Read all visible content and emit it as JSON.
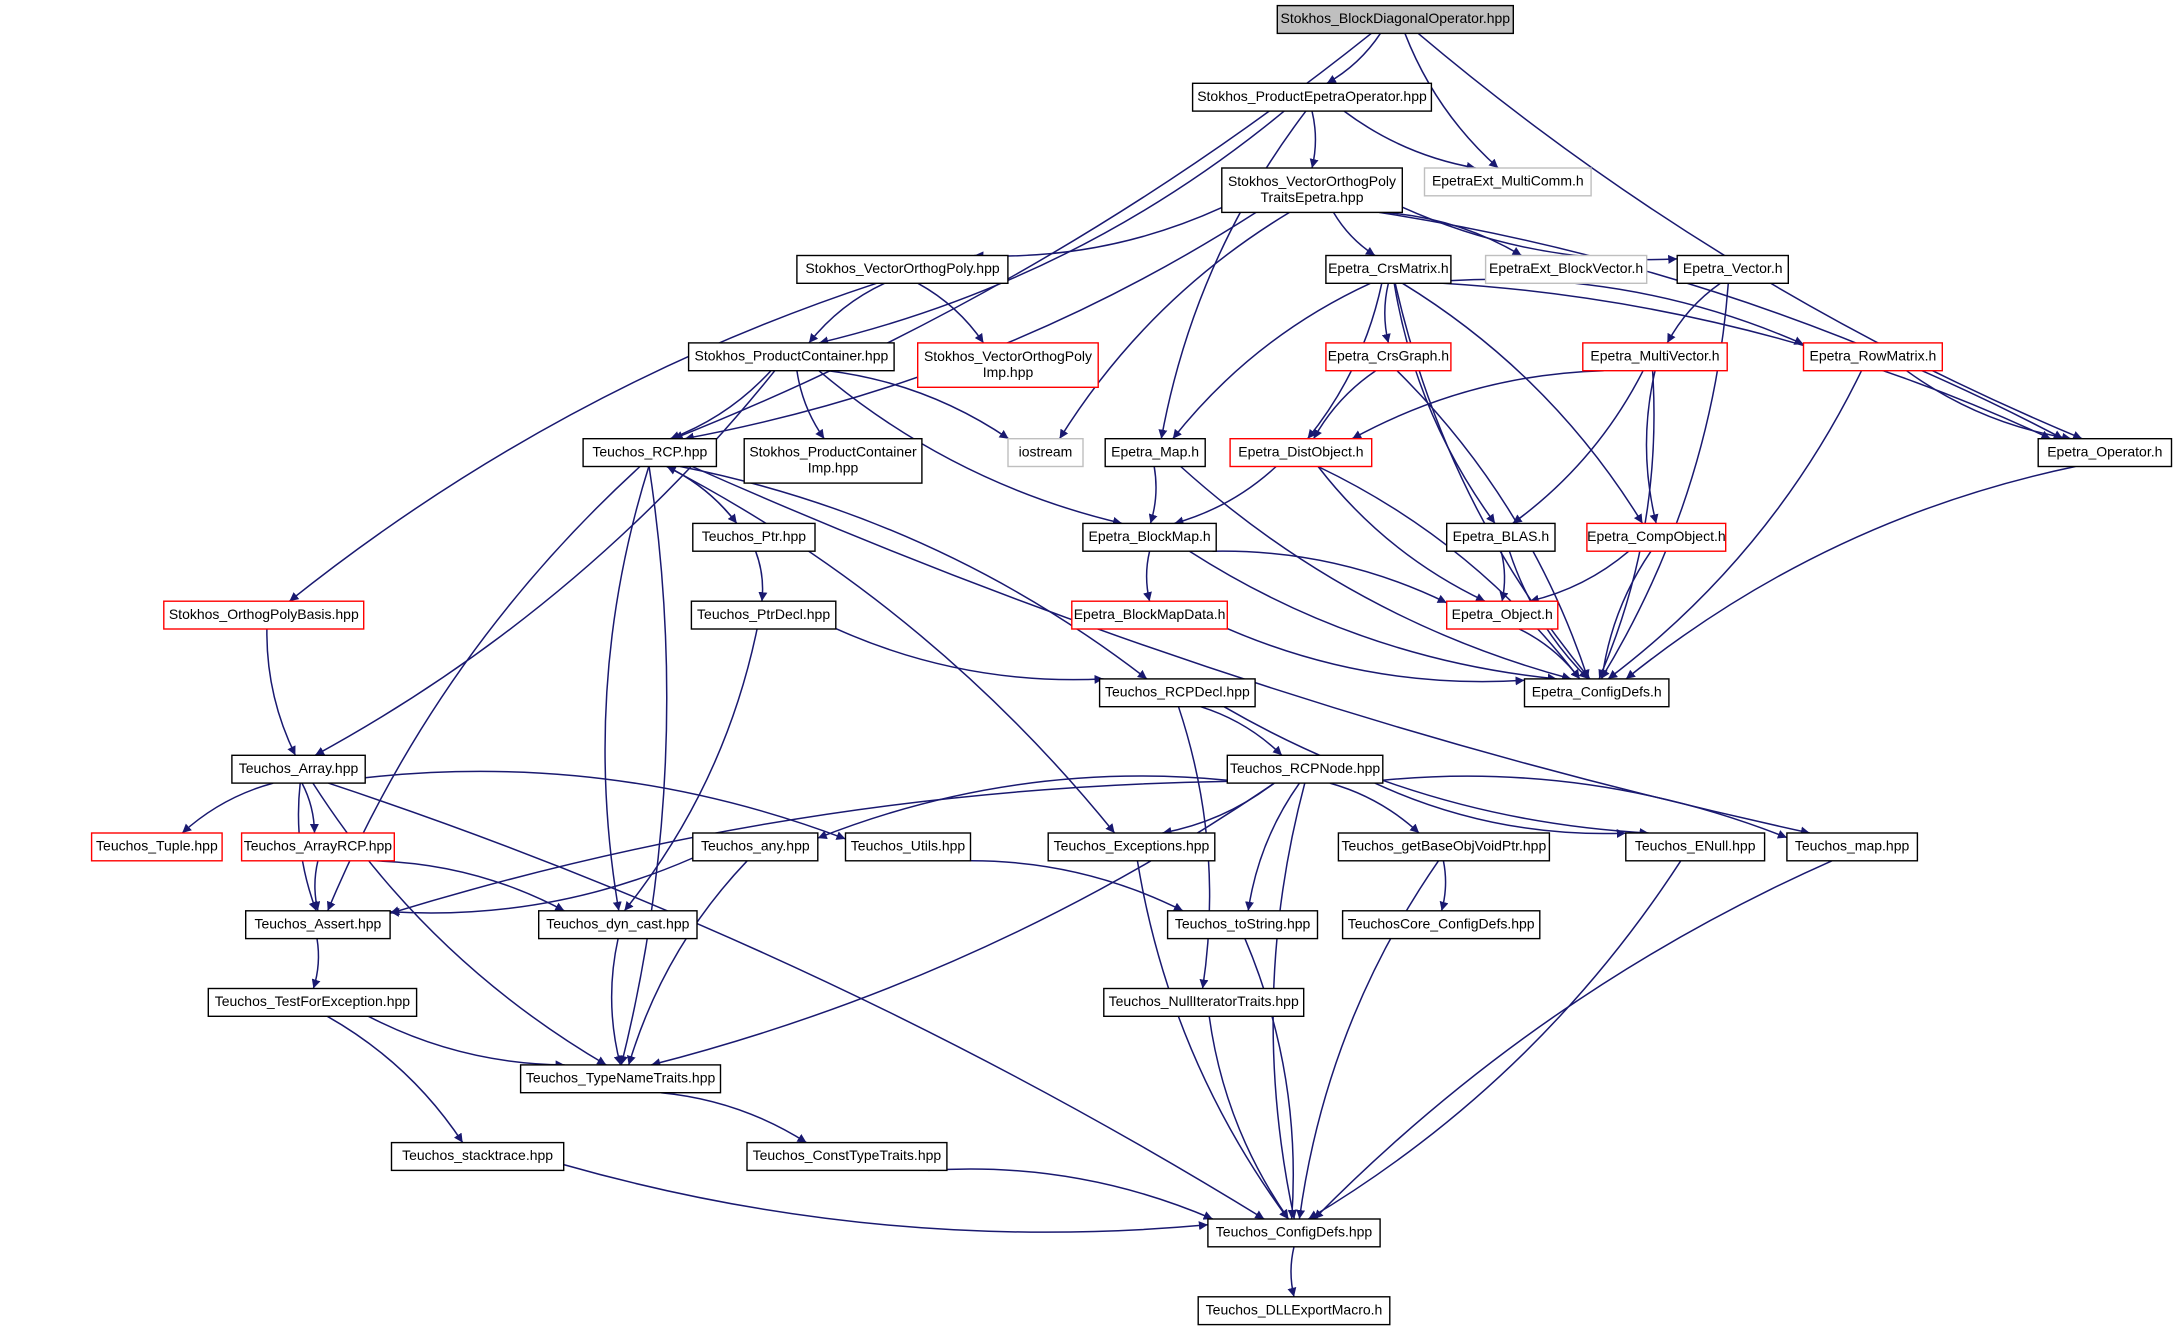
{
  "title": "Stokhos_BlockDiagonalOperator.hpp",
  "nodes": [
    {
      "id": "root",
      "label": "Stokhos_BlockDiagonalOperator.hpp",
      "style": "root"
    },
    {
      "id": "prodEpetraOp",
      "label": "Stokhos_ProductEpetraOperator.hpp",
      "style": "normal"
    },
    {
      "id": "multiComm",
      "label": "EpetraExt_MultiComm.h",
      "style": "gray"
    },
    {
      "id": "vecOrthoTraits",
      "label": "Stokhos_VectorOrthogPoly\nTraitsEpetra.hpp",
      "style": "normal"
    },
    {
      "id": "vecOrtho",
      "label": "Stokhos_VectorOrthogPoly.hpp",
      "style": "normal"
    },
    {
      "id": "crsMatrix",
      "label": "Epetra_CrsMatrix.h",
      "style": "normal"
    },
    {
      "id": "blockVector",
      "label": "EpetraExt_BlockVector.h",
      "style": "gray"
    },
    {
      "id": "epetraVector",
      "label": "Epetra_Vector.h",
      "style": "normal"
    },
    {
      "id": "prodContainer",
      "label": "Stokhos_ProductContainer.hpp",
      "style": "normal"
    },
    {
      "id": "vecOrthoImp",
      "label": "Stokhos_VectorOrthogPoly\nImp.hpp",
      "style": "red"
    },
    {
      "id": "crsGraph",
      "label": "Epetra_CrsGraph.h",
      "style": "red"
    },
    {
      "id": "multiVector",
      "label": "Epetra_MultiVector.h",
      "style": "red"
    },
    {
      "id": "rowMatrix",
      "label": "Epetra_RowMatrix.h",
      "style": "red"
    },
    {
      "id": "rcp",
      "label": "Teuchos_RCP.hpp",
      "style": "normal"
    },
    {
      "id": "prodContainerImp",
      "label": "Stokhos_ProductContainer\nImp.hpp",
      "style": "normal"
    },
    {
      "id": "iostream",
      "label": "iostream",
      "style": "gray"
    },
    {
      "id": "epetraMap",
      "label": "Epetra_Map.h",
      "style": "normal"
    },
    {
      "id": "distObject",
      "label": "Epetra_DistObject.h",
      "style": "red"
    },
    {
      "id": "epetraOperator",
      "label": "Epetra_Operator.h",
      "style": "normal"
    },
    {
      "id": "ptr",
      "label": "Teuchos_Ptr.hpp",
      "style": "normal"
    },
    {
      "id": "blockMap",
      "label": "Epetra_BlockMap.h",
      "style": "normal"
    },
    {
      "id": "blas",
      "label": "Epetra_BLAS.h",
      "style": "normal"
    },
    {
      "id": "compObject",
      "label": "Epetra_CompObject.h",
      "style": "red"
    },
    {
      "id": "orthoBasis",
      "label": "Stokhos_OrthogPolyBasis.hpp",
      "style": "red"
    },
    {
      "id": "ptrDecl",
      "label": "Teuchos_PtrDecl.hpp",
      "style": "normal"
    },
    {
      "id": "blockMapData",
      "label": "Epetra_BlockMapData.h",
      "style": "red"
    },
    {
      "id": "epetraObject",
      "label": "Epetra_Object.h",
      "style": "red"
    },
    {
      "id": "rcpDecl",
      "label": "Teuchos_RCPDecl.hpp",
      "style": "normal"
    },
    {
      "id": "configDefs",
      "label": "Epetra_ConfigDefs.h",
      "style": "normal"
    },
    {
      "id": "array",
      "label": "Teuchos_Array.hpp",
      "style": "normal"
    },
    {
      "id": "rcpNode",
      "label": "Teuchos_RCPNode.hpp",
      "style": "normal"
    },
    {
      "id": "tuple",
      "label": "Teuchos_Tuple.hpp",
      "style": "red"
    },
    {
      "id": "arrayRcp",
      "label": "Teuchos_ArrayRCP.hpp",
      "style": "red"
    },
    {
      "id": "any",
      "label": "Teuchos_any.hpp",
      "style": "normal"
    },
    {
      "id": "utils",
      "label": "Teuchos_Utils.hpp",
      "style": "normal"
    },
    {
      "id": "exceptions",
      "label": "Teuchos_Exceptions.hpp",
      "style": "normal"
    },
    {
      "id": "getBase",
      "label": "Teuchos_getBaseObjVoidPtr.hpp",
      "style": "normal"
    },
    {
      "id": "enull",
      "label": "Teuchos_ENull.hpp",
      "style": "normal"
    },
    {
      "id": "tmap",
      "label": "Teuchos_map.hpp",
      "style": "normal"
    },
    {
      "id": "assert",
      "label": "Teuchos_Assert.hpp",
      "style": "normal"
    },
    {
      "id": "dynCast",
      "label": "Teuchos_dyn_cast.hpp",
      "style": "normal"
    },
    {
      "id": "toString",
      "label": "Teuchos_toString.hpp",
      "style": "normal"
    },
    {
      "id": "coreConfig",
      "label": "TeuchosCore_ConfigDefs.hpp",
      "style": "normal"
    },
    {
      "id": "testForExc",
      "label": "Teuchos_TestForException.hpp",
      "style": "normal"
    },
    {
      "id": "nullIter",
      "label": "Teuchos_NullIteratorTraits.hpp",
      "style": "normal"
    },
    {
      "id": "typeName",
      "label": "Teuchos_TypeNameTraits.hpp",
      "style": "normal"
    },
    {
      "id": "stacktrace",
      "label": "Teuchos_stacktrace.hpp",
      "style": "normal"
    },
    {
      "id": "constType",
      "label": "Teuchos_ConstTypeTraits.hpp",
      "style": "normal"
    },
    {
      "id": "tConfig",
      "label": "Teuchos_ConfigDefs.hpp",
      "style": "normal"
    },
    {
      "id": "dllExport",
      "label": "Teuchos_DLLExportMacro.h",
      "style": "normal"
    }
  ],
  "edges": [
    [
      "root",
      "prodEpetraOp"
    ],
    [
      "root",
      "multiComm"
    ],
    [
      "root",
      "rcp"
    ],
    [
      "root",
      "epetraOperator"
    ],
    [
      "prodEpetraOp",
      "vecOrthoTraits"
    ],
    [
      "prodEpetraOp",
      "multiComm"
    ],
    [
      "prodEpetraOp",
      "prodContainer"
    ],
    [
      "prodEpetraOp",
      "epetraMap"
    ],
    [
      "vecOrthoTraits",
      "vecOrtho"
    ],
    [
      "vecOrthoTraits",
      "crsMatrix"
    ],
    [
      "vecOrthoTraits",
      "blockVector"
    ],
    [
      "vecOrthoTraits",
      "epetraVector"
    ],
    [
      "vecOrthoTraits",
      "rcp"
    ],
    [
      "vecOrthoTraits",
      "iostream"
    ],
    [
      "vecOrthoTraits",
      "epetraOperator"
    ],
    [
      "vecOrtho",
      "prodContainer"
    ],
    [
      "vecOrtho",
      "vecOrthoImp"
    ],
    [
      "vecOrtho",
      "orthoBasis"
    ],
    [
      "prodContainer",
      "rcp"
    ],
    [
      "prodContainer",
      "prodContainerImp"
    ],
    [
      "prodContainer",
      "iostream"
    ],
    [
      "prodContainer",
      "blockMap"
    ],
    [
      "prodContainer",
      "array"
    ],
    [
      "crsMatrix",
      "crsGraph"
    ],
    [
      "crsMatrix",
      "rowMatrix"
    ],
    [
      "crsMatrix",
      "epetraMap"
    ],
    [
      "crsMatrix",
      "distObject"
    ],
    [
      "crsMatrix",
      "blas"
    ],
    [
      "crsMatrix",
      "compObject"
    ],
    [
      "crsMatrix",
      "configDefs"
    ],
    [
      "crsMatrix",
      "epetraOperator"
    ],
    [
      "epetraVector",
      "multiVector"
    ],
    [
      "epetraVector",
      "configDefs"
    ],
    [
      "crsGraph",
      "distObject"
    ],
    [
      "crsGraph",
      "configDefs"
    ],
    [
      "multiVector",
      "distObject"
    ],
    [
      "multiVector",
      "blas"
    ],
    [
      "multiVector",
      "compObject"
    ],
    [
      "multiVector",
      "configDefs"
    ],
    [
      "rowMatrix",
      "epetraOperator"
    ],
    [
      "rowMatrix",
      "configDefs"
    ],
    [
      "epetraOperator",
      "configDefs"
    ],
    [
      "epetraMap",
      "blockMap"
    ],
    [
      "epetraMap",
      "configDefs"
    ],
    [
      "distObject",
      "blockMap"
    ],
    [
      "distObject",
      "epetraObject"
    ],
    [
      "distObject",
      "configDefs"
    ],
    [
      "blockMap",
      "blockMapData"
    ],
    [
      "blockMap",
      "epetraObject"
    ],
    [
      "blockMap",
      "configDefs"
    ],
    [
      "blas",
      "epetraObject"
    ],
    [
      "blas",
      "configDefs"
    ],
    [
      "compObject",
      "epetraObject"
    ],
    [
      "compObject",
      "configDefs"
    ],
    [
      "epetraObject",
      "configDefs"
    ],
    [
      "blockMapData",
      "configDefs"
    ],
    [
      "rcp",
      "ptr"
    ],
    [
      "ptr",
      "rcp"
    ],
    [
      "rcp",
      "rcpDecl"
    ],
    [
      "rcp",
      "tmap"
    ],
    [
      "rcp",
      "exceptions"
    ],
    [
      "rcp",
      "dynCast"
    ],
    [
      "rcp",
      "typeName"
    ],
    [
      "rcp",
      "assert"
    ],
    [
      "ptr",
      "ptrDecl"
    ],
    [
      "ptrDecl",
      "rcpDecl"
    ],
    [
      "ptrDecl",
      "dynCast"
    ],
    [
      "orthoBasis",
      "array"
    ],
    [
      "rcpDecl",
      "rcpNode"
    ],
    [
      "rcpDecl",
      "enull"
    ],
    [
      "rcpDecl",
      "nullIter"
    ],
    [
      "array",
      "tuple"
    ],
    [
      "array",
      "arrayRcp"
    ],
    [
      "array",
      "assert"
    ],
    [
      "array",
      "utils"
    ],
    [
      "array",
      "typeName"
    ],
    [
      "array",
      "tConfig"
    ],
    [
      "arrayRcp",
      "assert"
    ],
    [
      "arrayRcp",
      "dynCast"
    ],
    [
      "rcpNode",
      "any"
    ],
    [
      "rcpNode",
      "exceptions"
    ],
    [
      "rcpNode",
      "toString"
    ],
    [
      "rcpNode",
      "getBase"
    ],
    [
      "rcpNode",
      "enull"
    ],
    [
      "rcpNode",
      "tmap"
    ],
    [
      "rcpNode",
      "assert"
    ],
    [
      "rcpNode",
      "typeName"
    ],
    [
      "rcpNode",
      "tConfig"
    ],
    [
      "any",
      "assert"
    ],
    [
      "any",
      "typeName"
    ],
    [
      "utils",
      "toString"
    ],
    [
      "exceptions",
      "tConfig"
    ],
    [
      "getBase",
      "coreConfig"
    ],
    [
      "getBase",
      "tConfig"
    ],
    [
      "enull",
      "tConfig"
    ],
    [
      "tmap",
      "tConfig"
    ],
    [
      "assert",
      "testForExc"
    ],
    [
      "dynCast",
      "typeName"
    ],
    [
      "toString",
      "tConfig"
    ],
    [
      "testForExc",
      "typeName"
    ],
    [
      "testForExc",
      "stacktrace"
    ],
    [
      "nullIter",
      "tConfig"
    ],
    [
      "typeName",
      "constType"
    ],
    [
      "stacktrace",
      "tConfig"
    ],
    [
      "constType",
      "tConfig"
    ],
    [
      "tConfig",
      "dllExport"
    ]
  ]
}
